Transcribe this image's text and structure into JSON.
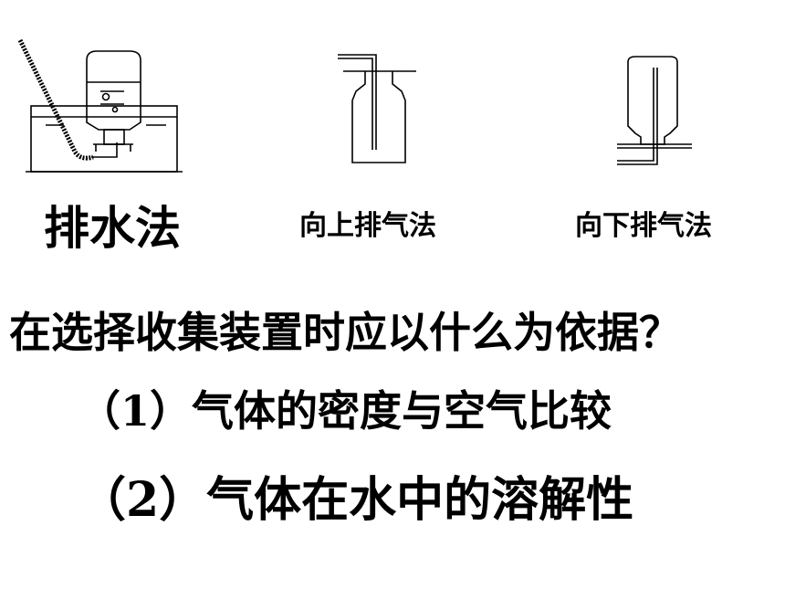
{
  "labels": {
    "water": "排水法",
    "upward": "向上排气法",
    "downward": "向下排气法"
  },
  "question": "在选择收集装置时应以什么为依据？",
  "answers": [
    "（1）气体的密度与空气比较",
    "（2）气体在水中的溶解性"
  ]
}
